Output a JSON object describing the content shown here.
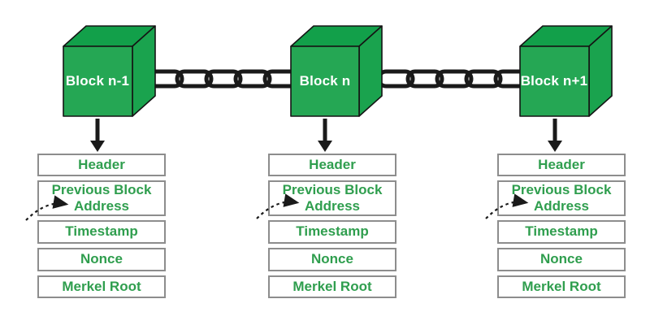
{
  "diagram": {
    "title_semantic": "Blockchain block structure diagram",
    "colors": {
      "cube_front": "#25a754",
      "cube_top": "#12a04a",
      "cube_side": "#1aa34e",
      "cube_outline": "#141414",
      "chain": "#1a1a1a",
      "arrow": "#1a1a1a",
      "box_border": "#8d8d8d",
      "box_text": "#2f9e4e",
      "cube_label_text": "#ffffff",
      "background": "#ffffff"
    },
    "blocks": [
      {
        "label": "Block n-1",
        "fields": [
          "Header",
          "Previous Block Address",
          "Timestamp",
          "Nonce",
          "Merkel Root"
        ]
      },
      {
        "label": "Block n",
        "fields": [
          "Header",
          "Previous Block Address",
          "Timestamp",
          "Nonce",
          "Merkel Root"
        ]
      },
      {
        "label": "Block n+1",
        "fields": [
          "Header",
          "Previous Block Address",
          "Timestamp",
          "Nonce",
          "Merkel Root"
        ]
      }
    ],
    "connectors": {
      "chain_count": 2,
      "links_per_chain": 5,
      "down_arrow_count": 3,
      "dashed_arrow_count": 3
    }
  }
}
